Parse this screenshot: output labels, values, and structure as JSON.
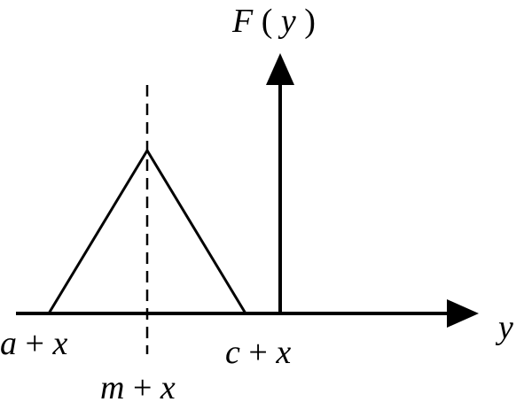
{
  "diagram": {
    "function_label": {
      "name": "F",
      "open_paren": "(",
      "variable": "y",
      "close_paren": ")"
    },
    "axis_label": "y",
    "labels": {
      "left_point": {
        "var": "a",
        "op": "+",
        "offset": "x"
      },
      "peak_point": {
        "var": "m",
        "op": "+",
        "offset": "x"
      },
      "right_point": {
        "var": "c",
        "op": "+",
        "offset": "x"
      }
    },
    "colors": {
      "stroke": "#000000",
      "background": "#ffffff"
    }
  }
}
